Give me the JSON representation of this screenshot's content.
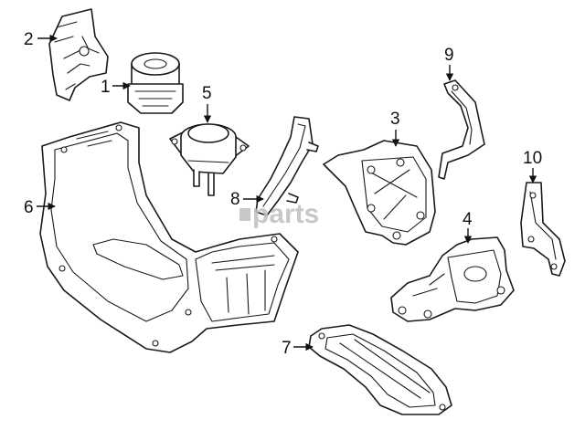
{
  "diagram": {
    "watermark": "parts",
    "callouts": [
      {
        "id": "2",
        "label": "2"
      },
      {
        "id": "1",
        "label": "1"
      },
      {
        "id": "5",
        "label": "5"
      },
      {
        "id": "9",
        "label": "9"
      },
      {
        "id": "3",
        "label": "3"
      },
      {
        "id": "10",
        "label": "10"
      },
      {
        "id": "6",
        "label": "6"
      },
      {
        "id": "8",
        "label": "8"
      },
      {
        "id": "4",
        "label": "4"
      },
      {
        "id": "7",
        "label": "7"
      }
    ]
  }
}
